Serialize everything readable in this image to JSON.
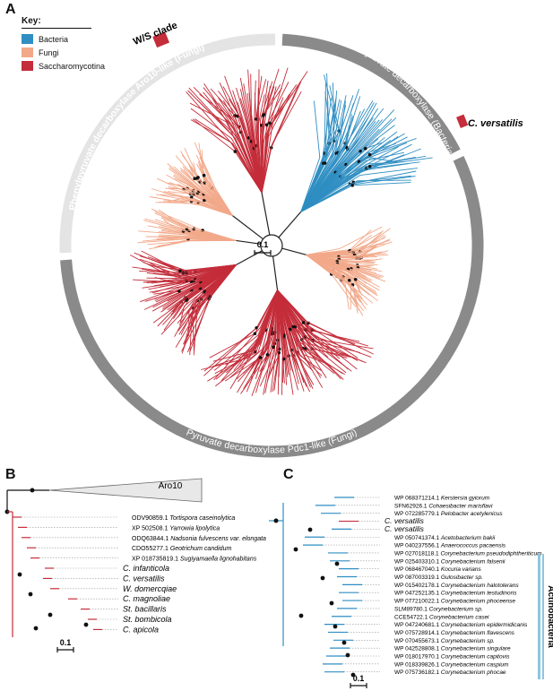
{
  "panels": {
    "a": "A",
    "b": "B",
    "c": "C"
  },
  "colors": {
    "bacteria": "#2f8ec2",
    "fungi": "#f2a98a",
    "saccharomycotina": "#c42d3a",
    "ring_light": "#e4e4e4",
    "ring_dark": "#8a8a8a"
  },
  "key": {
    "title": "Key:",
    "items": [
      {
        "label": "Bacteria",
        "color": "#2f8ec2"
      },
      {
        "label": "Fungi",
        "color": "#f2a98a"
      },
      {
        "label": "Saccharomycotina",
        "color": "#c42d3a"
      }
    ]
  },
  "ring_labels": {
    "aro10": "Phenylpyruvate decarboxylase Aro10-like (Fungi)",
    "pdc_bacteria": "Pyruvate decarboxylase (Bacteria)",
    "pdc1": "Pyruvate decarboxylase Pdc1-like  (Fungi)"
  },
  "annotations": {
    "ws_clade": "W/S clade",
    "c_versatilis": "C. versatilis"
  },
  "scale_bar": "0.1",
  "panel_b": {
    "collapsed_clade": "Aro10",
    "leaves": [
      {
        "acc": "ODV90859.1",
        "species": "Tortispora caseinolytica"
      },
      {
        "acc": "XP 502508.1",
        "species": "Yarrowia lipolytica"
      },
      {
        "acc": "ODQ63844.1",
        "species": "Nadsonia fulvescens var. elongata"
      },
      {
        "acc": "CDO55277.1",
        "species": "Geotrichum candidum"
      },
      {
        "acc": "XP 018735819.1",
        "species": "Sugiyamaella lignohabitans"
      },
      {
        "acc": "",
        "species": "C. infanticola"
      },
      {
        "acc": "",
        "species": "C. versatilis"
      },
      {
        "acc": "",
        "species": "W. domercqiae"
      },
      {
        "acc": "",
        "species": "C. magnoliae"
      },
      {
        "acc": "",
        "species": "St. bacillaris"
      },
      {
        "acc": "",
        "species": "St. bombicola"
      },
      {
        "acc": "",
        "species": "C. apicola"
      }
    ]
  },
  "panel_c": {
    "group_label": "Actinobacteria",
    "leaves": [
      {
        "acc": "WP 068371214.1",
        "species": "Kerstersia gyiorum"
      },
      {
        "acc": "SFN62926.1",
        "species": "Cohaesibacter marisflavi"
      },
      {
        "acc": "WP 072285779.1",
        "species": "Pelobacter acetylenicus"
      },
      {
        "acc": "",
        "species": "C. versatilis"
      },
      {
        "acc": "",
        "species": "C. versatilis"
      },
      {
        "acc": "WP 050741374.1",
        "species": "Acetobacterium bakii"
      },
      {
        "acc": "WP 040237556.1",
        "species": "Anaerococcus pacaensis"
      },
      {
        "acc": "WP 027018118.1",
        "species": "Corynebacterium pseudodiphtheriticum"
      },
      {
        "acc": "WP 025403310.1",
        "species": "Corynebacterium falsenii"
      },
      {
        "acc": "WP 068467040.1",
        "species": "Kocuria varians"
      },
      {
        "acc": "WP 087003319.1",
        "species": "Gulosibacter sp."
      },
      {
        "acc": "WP 015402178.1",
        "species": "Corynebacterium halotolerans"
      },
      {
        "acc": "WP 047252135.1",
        "species": "Corynebacterium testudinoris"
      },
      {
        "acc": "WP 077210022.1",
        "species": "Corynebacterium phoceense"
      },
      {
        "acc": "SLM89780.1",
        "species": "Corynebacterium sp."
      },
      {
        "acc": "CCE54722.1",
        "species": "Corynebacterium casei"
      },
      {
        "acc": "WP 047240681.1",
        "species": "Corynebacterium epidermidicanis"
      },
      {
        "acc": "WP 075728914.1",
        "species": "Corynebacterium flavescens"
      },
      {
        "acc": "WP 070455673.1",
        "species": "Corynebacterium sp."
      },
      {
        "acc": "WP 042528808.1",
        "species": "Corynebacterium singulare"
      },
      {
        "acc": "WP 018017970.1",
        "species": "Corynebacterium capitovis"
      },
      {
        "acc": "WP 018339826.1",
        "species": "Corynebacterium caspium"
      },
      {
        "acc": "WP 075736182.1",
        "species": "Corynebacterium phocae"
      }
    ]
  }
}
